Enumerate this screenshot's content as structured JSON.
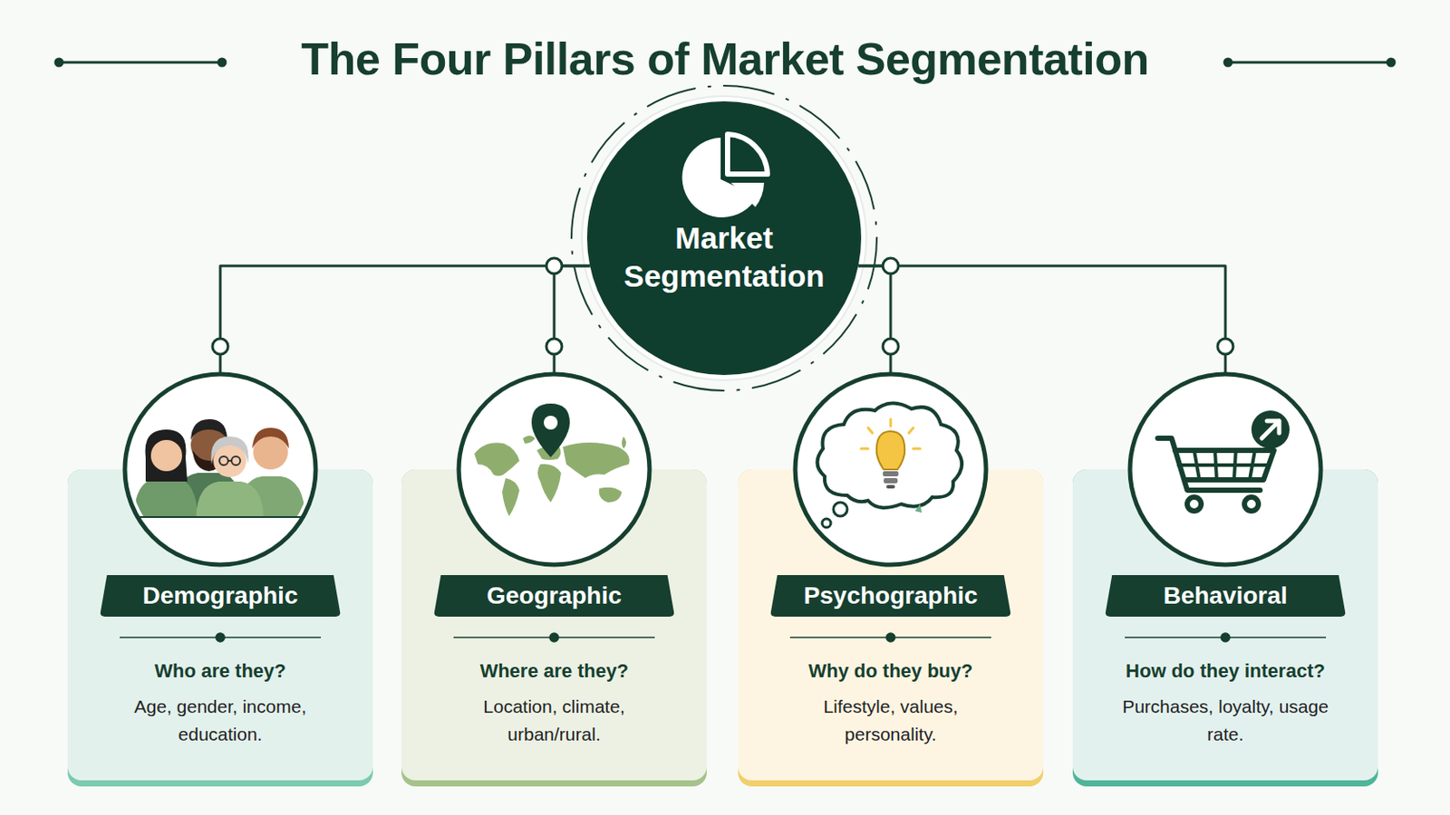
{
  "diagram": {
    "title": "The Four Pillars of Market Segmentation",
    "nodes": [
      {
        "text": [
          "Market Segmentation"
        ]
      },
      {
        "text": [
          "Demographic",
          "Who are they?",
          "Age, gender, income, education."
        ]
      },
      {
        "text": [
          "Geographic",
          "Where are they?",
          "Location, climate, urban/rural."
        ]
      },
      {
        "text": [
          "Psychographic",
          "Why do they buy?",
          "Lifestyle, values, personality."
        ]
      },
      {
        "text": [
          "Behavioral",
          "How do they interact?",
          "Purchases, loyalty, usage rate."
        ]
      }
    ],
    "edges": [
      {
        "from": 0,
        "to": 1,
        "arrow": "none"
      },
      {
        "from": 0,
        "to": 2,
        "arrow": "none"
      },
      {
        "from": 0,
        "to": 3,
        "arrow": "none"
      },
      {
        "from": 0,
        "to": 4,
        "arrow": "none"
      }
    ]
  }
}
